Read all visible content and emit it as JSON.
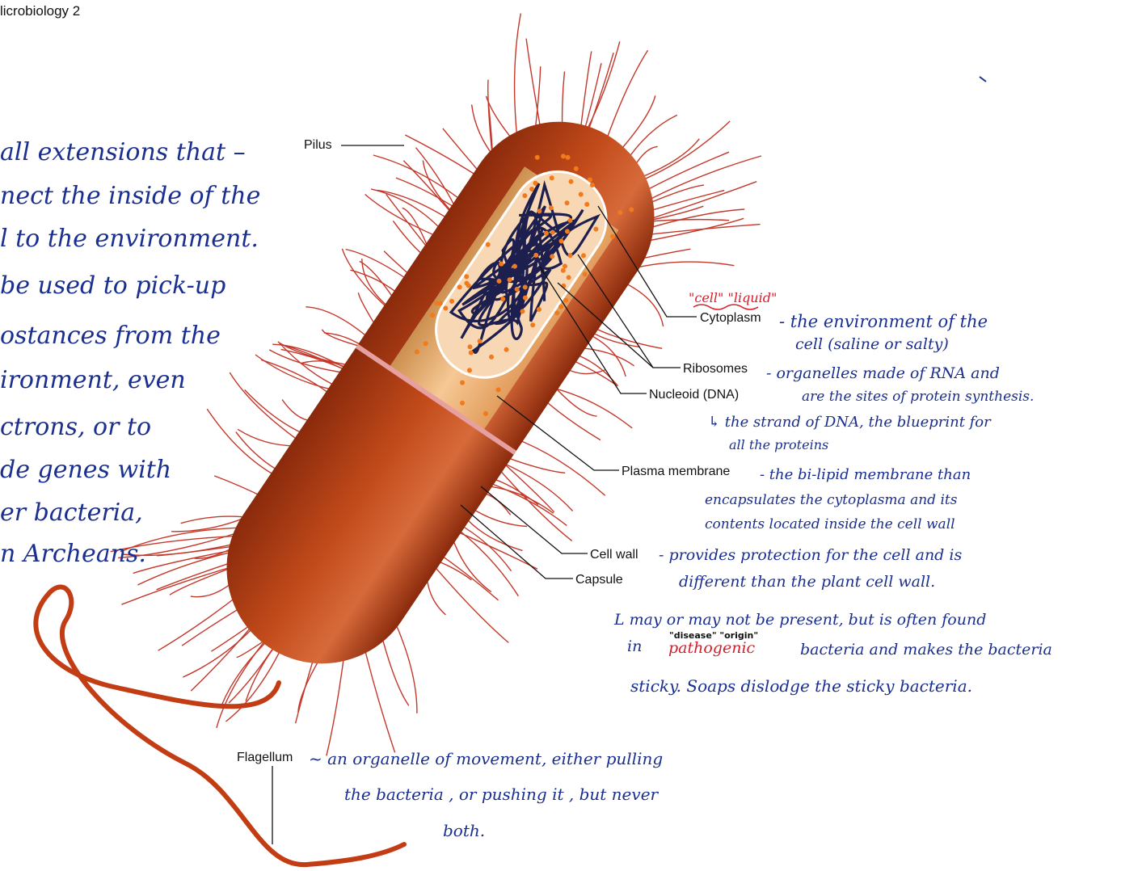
{
  "page": {
    "header": "licrobiology 2"
  },
  "labels": {
    "pilus": "Pilus",
    "cytoplasm": "Cytoplasm",
    "ribosomes": "Ribosomes",
    "nucleoid": "Nucleoid (DNA)",
    "plasma_membrane": "Plasma membrane",
    "cell_wall": "Cell wall",
    "capsule": "Capsule",
    "flagellum": "Flagellum"
  },
  "notes": {
    "pilus_lines": [
      "all extensions that  –",
      "nect the inside of the",
      "l to the environment.",
      " be used to pick-up",
      "ostances from the",
      "ironment, even",
      "ctrons, or to",
      "de genes with",
      "er bacteria,",
      "n Archeans."
    ],
    "cytoplasm_red": "\"cell\" \"liquid\"",
    "cytoplasm_lines": [
      "- the environment of the",
      "cell (saline or salty)"
    ],
    "ribosomes_lines": [
      "- organelles made of RNA and",
      "are the sites of protein synthesis."
    ],
    "nucleoid_lines": [
      "↳ the strand of DNA, the blueprint for",
      "all the proteins"
    ],
    "plasma_lines": [
      "- the  bi-lipid membrane than",
      "encapsulates the cytoplasma and its",
      "contents located inside the cell wall"
    ],
    "cellwall_lines": [
      "- provides protection for the cell and is",
      "different than the plant cell wall."
    ],
    "capsule_line1": "L  may or may not be present, but is often found",
    "capsule_in": "in",
    "capsule_gloss": "\"disease\" \"origin\"",
    "capsule_red": "pathogenic",
    "capsule_after": "bacteria  and makes the bacteria",
    "capsule_line3": "sticky.  Soaps dislodge the sticky bacteria.",
    "flagellum_lines": [
      "~ an organelle of movement, either pulling",
      "the bacteria , or pushing it , but never",
      "both."
    ]
  },
  "colors": {
    "capsule": "#b83a12",
    "cell_wall": "#d67a7a",
    "membrane": "#6a3aa0",
    "cytoplasm": "#f3b77d",
    "dna": "#1d1f4f",
    "ribosome": "#f07a1c",
    "pili": "#c3382a",
    "ink_blue": "#1a2f8f",
    "ink_red": "#d81b2a"
  }
}
